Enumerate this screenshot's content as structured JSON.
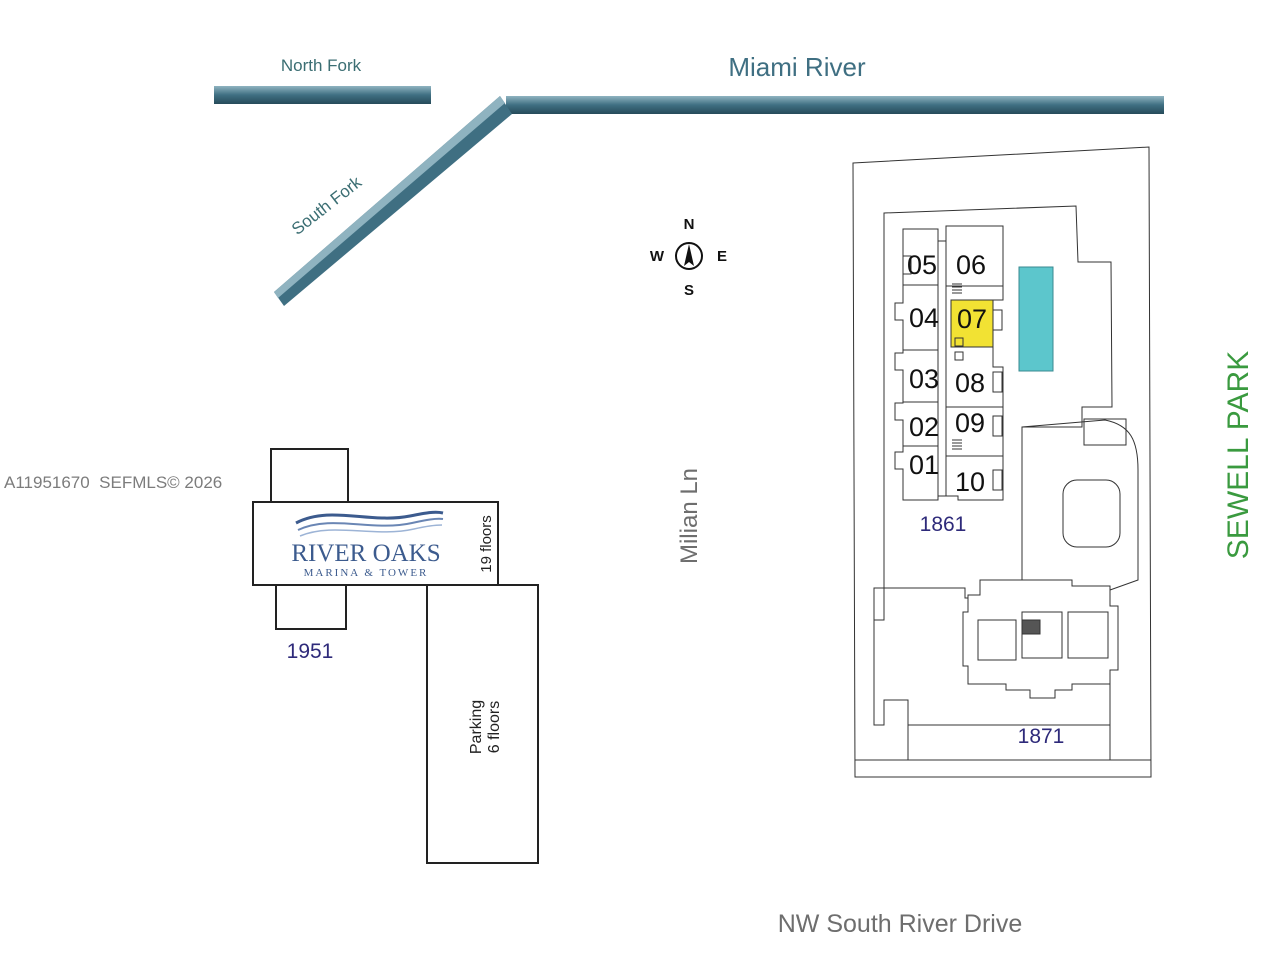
{
  "labels": {
    "north_fork": "North Fork",
    "south_fork": "South Fork",
    "miami_river": "Miami River",
    "sewell_park": "SEWELL PARK",
    "milian_ln": "Milian Ln",
    "nw_south_river_drive": "NW South River Drive"
  },
  "compass": {
    "n": "N",
    "s": "S",
    "e": "E",
    "w": "W"
  },
  "watermark": "A11951670  SEFMLS© 2026",
  "river_oaks": {
    "logo_name": "RIVER OAKS",
    "logo_sub": "MARINA & TOWER",
    "floors": "19 floors",
    "address": "1951",
    "parking_line1": "Parking",
    "parking_line2": "6 floors"
  },
  "building_1861": {
    "address": "1861",
    "units": [
      "05",
      "06",
      "04",
      "07",
      "03",
      "08",
      "02",
      "09",
      "01",
      "10"
    ],
    "highlighted_unit": "07"
  },
  "building_1871": {
    "address": "1871"
  },
  "colors": {
    "river": "#3f6f82",
    "label_teal": "#3b6e73",
    "address_navy": "#2e2a7a",
    "park_green": "#3a9a3f",
    "highlight": "#f2e233",
    "pool": "#5cc6cc",
    "logo_blue": "#3c5b8e"
  }
}
